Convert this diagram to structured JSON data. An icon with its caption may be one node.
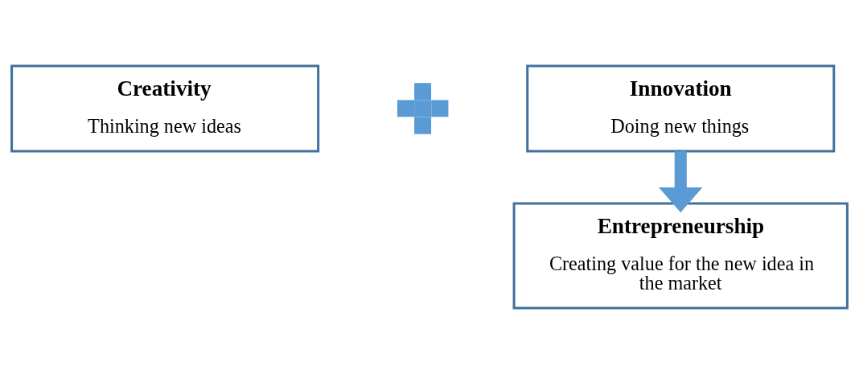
{
  "diagram": {
    "nodes": [
      {
        "text": [
          "Creativity",
          "Thinking new ideas"
        ]
      },
      {
        "text": [],
        "shape": "cross"
      },
      {
        "text": [
          "Innovation",
          "Doing new things"
        ]
      },
      {
        "text": [
          "Entrepreneurship",
          "Creating value for the new idea in the market"
        ]
      }
    ],
    "edges": [
      {
        "from": 2,
        "to": 3,
        "arrow": "to"
      }
    ]
  }
}
